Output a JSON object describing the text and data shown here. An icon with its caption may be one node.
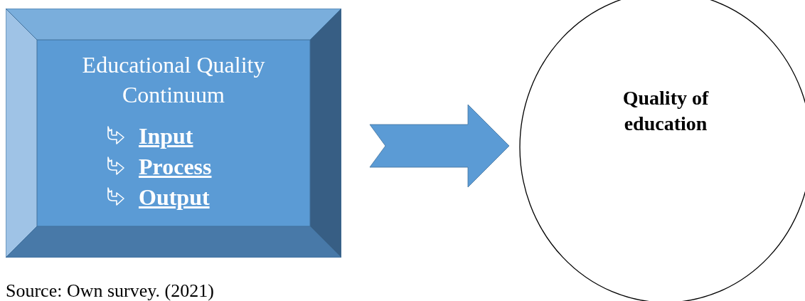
{
  "diagram": {
    "nodes": [
      {
        "text": [
          "Educational Quality Continuum",
          "Input",
          "Process",
          "Output"
        ]
      },
      {
        "text": [
          "Quality of education"
        ]
      }
    ],
    "edges": [
      {
        "from": 0,
        "to": 1,
        "arrow": "to",
        "style": "thick"
      }
    ],
    "labels": [
      "Source:  Own survey. (2021)"
    ]
  }
}
